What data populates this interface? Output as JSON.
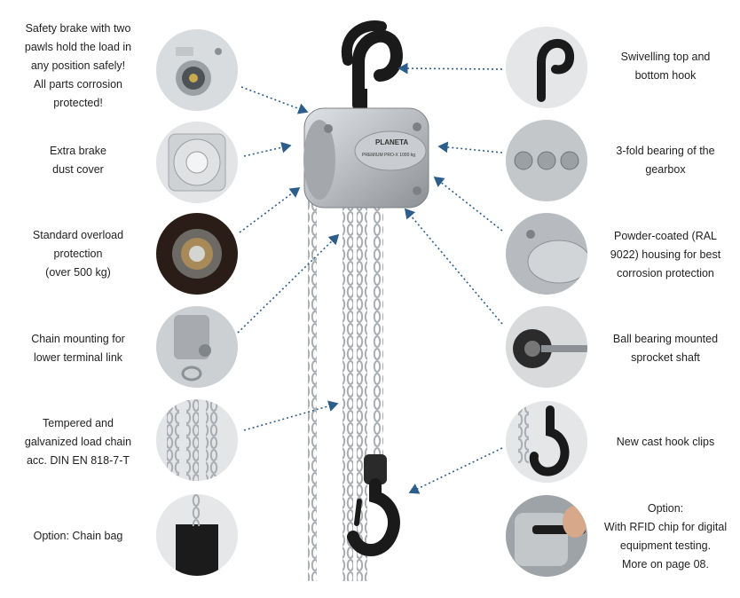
{
  "features_left": [
    {
      "label": "Safety brake with two\npawls hold the load in\nany position safely!\nAll parts corrosion\nprotected!"
    },
    {
      "label": "Extra brake\ndust cover"
    },
    {
      "label": "Standard overload\nprotection\n(over 500 kg)"
    },
    {
      "label": "Chain mounting for\nlower terminal link"
    },
    {
      "label": "Tempered and\ngalvanized load chain\nacc. DIN EN 818-7-T"
    },
    {
      "label": "Option: Chain bag"
    }
  ],
  "features_right": [
    {
      "label": "Swivelling top and\nbottom hook"
    },
    {
      "label": "3-fold bearing of the\ngearbox"
    },
    {
      "label": "Powder-coated (RAL\n9022) housing for best\ncorrosion protection"
    },
    {
      "label": "Ball bearing mounted\nsprocket shaft"
    },
    {
      "label": "New cast hook clips"
    },
    {
      "label": "Option:\nWith RFID chip for digital\nequipment testing.\nMore on page 08."
    }
  ],
  "housing": {
    "brand": "PLANETA",
    "model": "PREMIUM PRO-X 1000 kg"
  },
  "colors": {
    "arrow": "#2d5d8a",
    "hook": "#1a1a1a",
    "housing": "#b8bcc0",
    "chain": "#a9adb1"
  }
}
